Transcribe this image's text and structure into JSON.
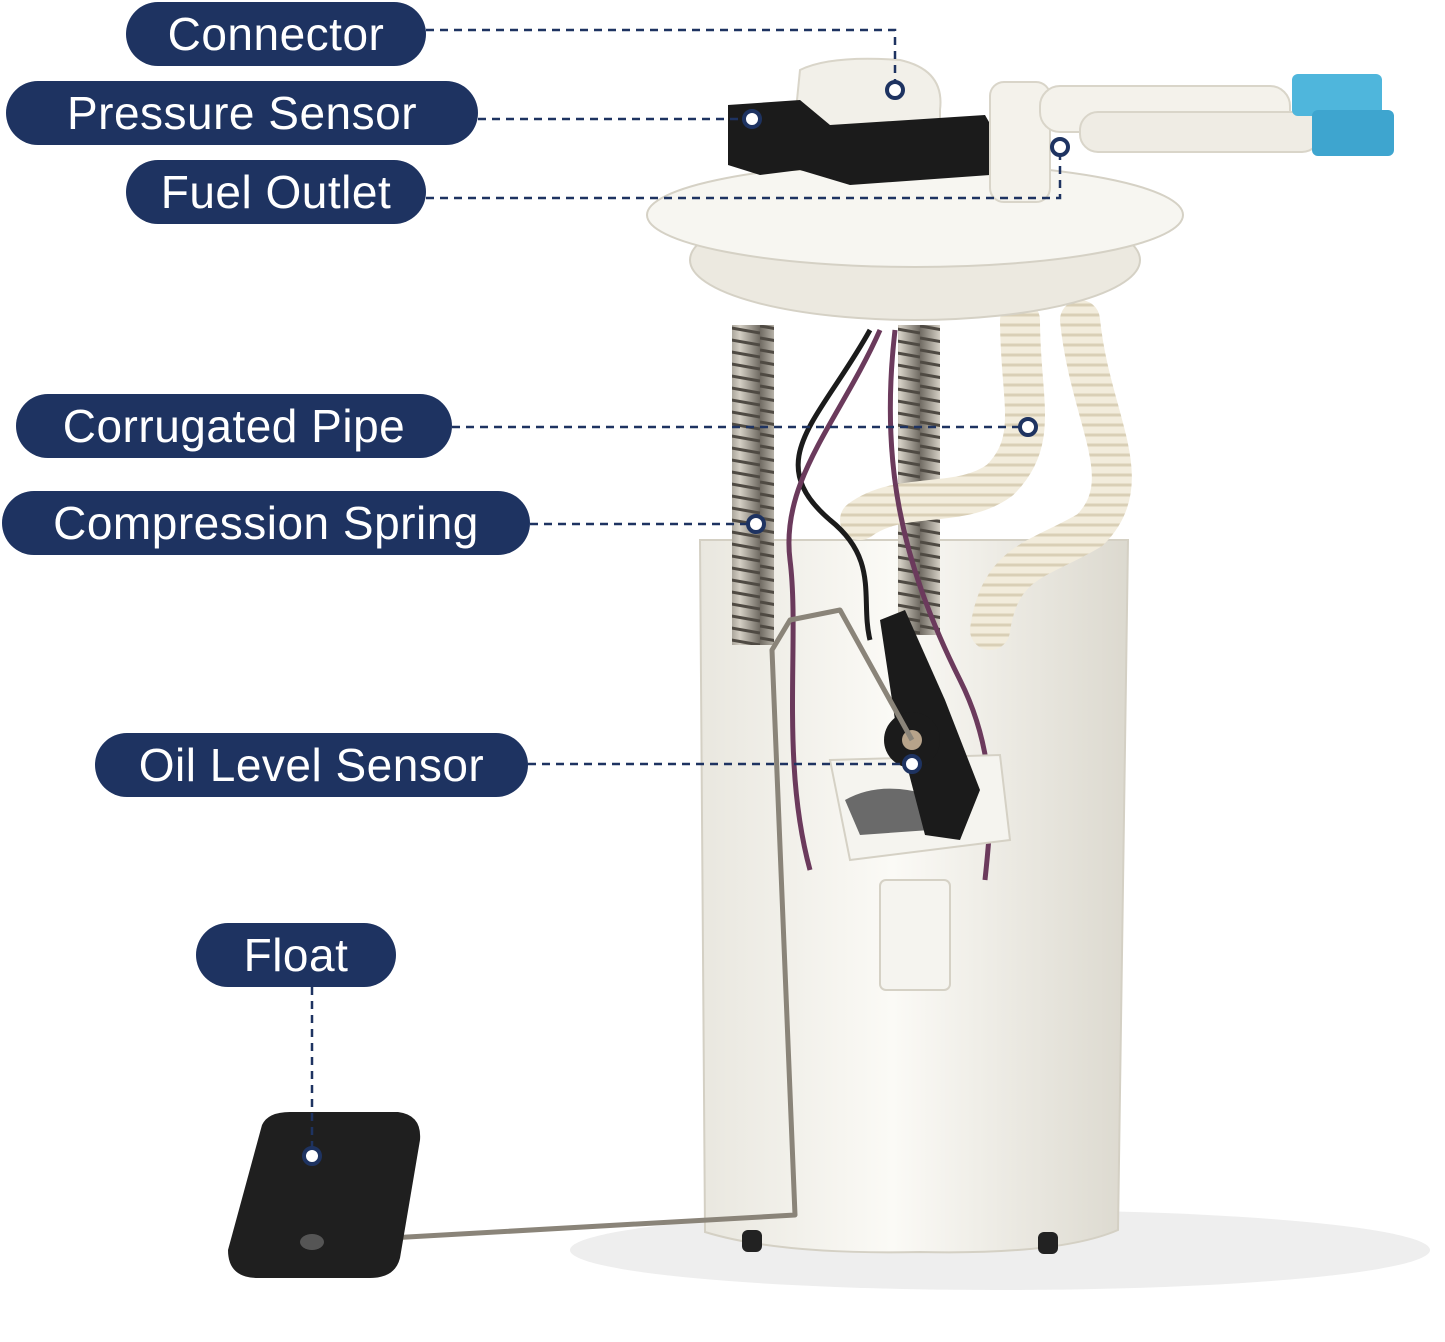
{
  "colors": {
    "label_bg": "#1e3361",
    "label_text": "#ffffff",
    "leader_line": "#1e3361",
    "product_white": "#f3f1ea",
    "product_black": "#1b1b1b",
    "fitting_blue": "#4fb6dc"
  },
  "labels": {
    "connector": "Connector",
    "pressure_sensor": "Pressure Sensor",
    "fuel_outlet": "Fuel Outlet",
    "corrugated_pipe": "Corrugated Pipe",
    "compression_spring": "Compression Spring",
    "oil_level_sensor": "Oil Level Sensor",
    "float": "Float"
  }
}
